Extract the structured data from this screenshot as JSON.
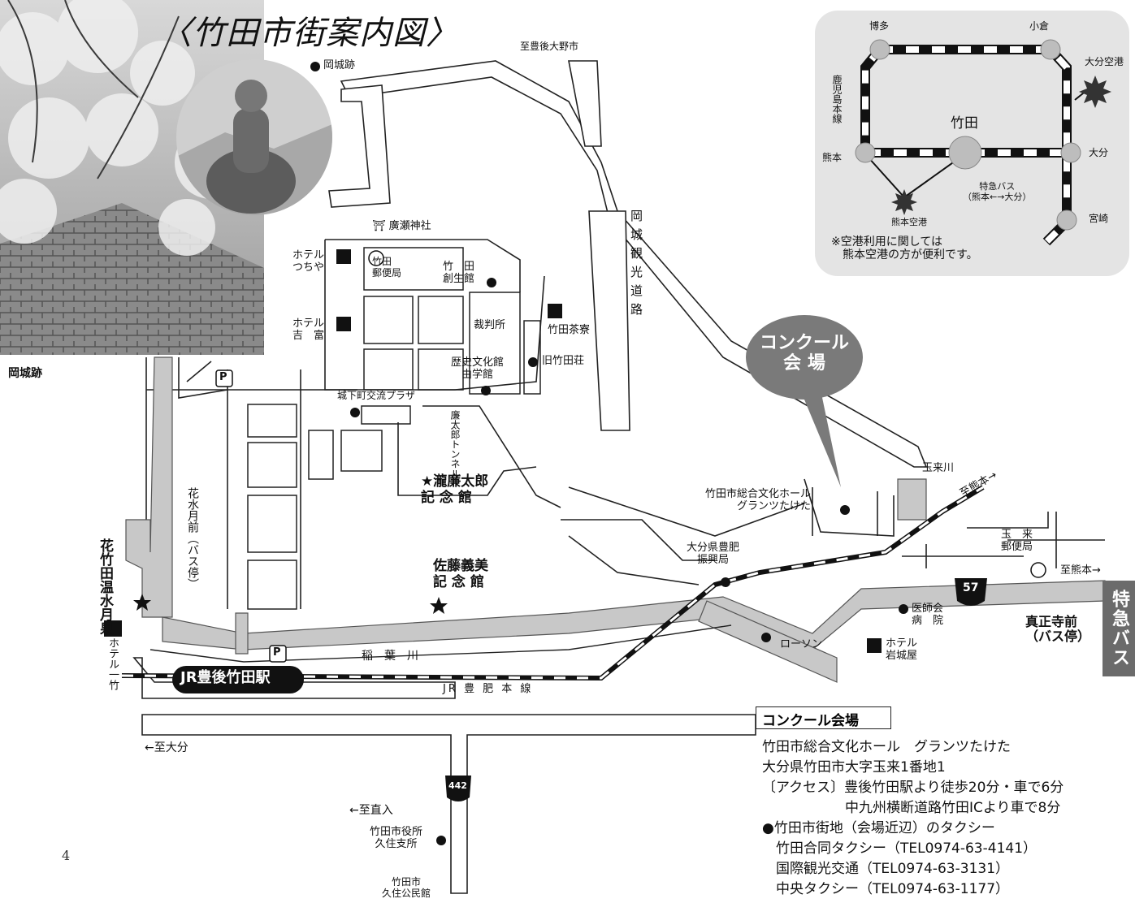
{
  "title": "〈竹田市街案内図〉",
  "photo_caption": "岡城跡",
  "page_number": "4",
  "labels": {
    "okajo_ato": "岡城跡",
    "to_bungo_ono": "至豊後大野市",
    "hirose_jinja": "廣瀬神社",
    "hotel_tsuchiya": "ホテル\nつちや",
    "hotel_yoshitomi": "ホテル\n吉　富",
    "taketa_post": "竹田\n郵便局",
    "taketa_sosei": "竹　田\n創生館",
    "court": "裁判所",
    "taketa_saryo": "竹田茶寮",
    "kyu_taketa_so": "旧竹田荘",
    "rekishi_bunka": "歴史文化館\n由学館",
    "jokamachi_plaza": "城下町交流プラザ",
    "rentaro_tunnel": "廉太郎トンネル",
    "taki_rentaro": "瀧廉太郎\n記 念 館",
    "sato_yoshimi": "佐藤義美\n記 念 館",
    "hanamizu_bus": "花水月前（バス停）",
    "hanamizu_onsen": "花竹田温水月泉",
    "hotel_ichichiku": "ホテル一竹",
    "inaba_river": "稲　葉　川",
    "jr_station": "JR豊後竹田駅",
    "jr_line": "JR 豊 肥 本 線",
    "to_oita": "←至大分",
    "route_442": "442",
    "to_naoiri": "←至直入",
    "kuju_branch": "竹田市役所\n久住支所",
    "kuju_hall": "竹田市\n久住公民館",
    "okajo_road": "岡城観光道路",
    "concours_callout": "コンクール\n会 場",
    "tamarai_river": "玉来川",
    "to_kumamoto_rail": "至熊本→",
    "grantsu": "竹田市総合文化ホール\nグランツたけた",
    "hoshin_office": "大分県豊肥\n振興局",
    "tamarai_post": "玉　来\n郵便局",
    "to_kumamoto_road": "至熊本→",
    "route_57": "57",
    "ishikai": "医師会\n病　院",
    "lawson": "ローソン",
    "hotel_iwashiroya": "ホテル\n岩城屋",
    "shinshoji_bus": "真正寺前\n（バス停）",
    "tokkyu_bus": "特急バス",
    "parking": "P"
  },
  "inset": {
    "hakata": "博多",
    "kokura": "小倉",
    "oita_airport": "大分空港",
    "kagoshima_line": "鹿児島本線",
    "taketa": "竹田",
    "kumamoto": "熊本",
    "oita": "大分",
    "express_bus": "特急バス\n（熊本←→大分）",
    "kumamoto_airport": "熊本空港",
    "miyazaki": "宮崎",
    "note": "※空港利用に関しては\n　熊本空港の方が便利です。"
  },
  "venue_info": {
    "heading": "コンクール会場",
    "lines": [
      "竹田市総合文化ホール　グランツたけた",
      "大分県竹田市大字玉来1番地1",
      "〔アクセス〕豊後竹田駅より徒歩20分・車で6分",
      "　　　　　　中九州横断道路竹田ICより車で8分",
      "●竹田市街地（会場近辺）のタクシー",
      "　竹田合同タクシー（TEL0974-63-4141）",
      "　国際観光交通（TEL0974-63-3131）",
      "　中央タクシー（TEL0974-63-1177）"
    ]
  },
  "colors": {
    "gray_road": "#c8c8c8",
    "callout": "#7a7a7a",
    "tokkyu_band": "#6b6b6b",
    "inset_bg": "#e4e4e4"
  }
}
